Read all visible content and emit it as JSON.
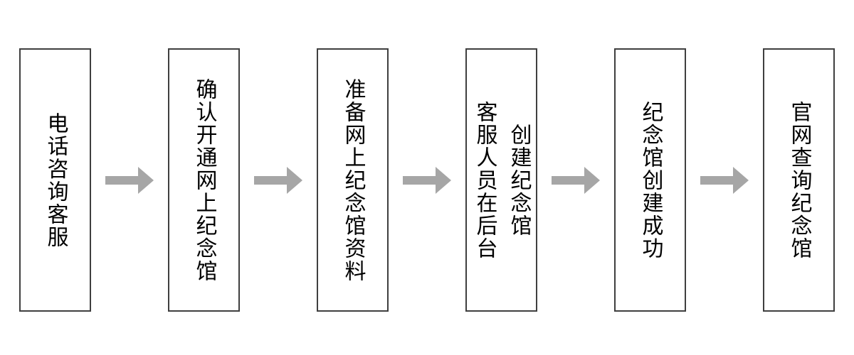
{
  "diagram": {
    "type": "flowchart",
    "direction": "left-to-right",
    "connector_style": "solid-block-arrow-right",
    "steps": [
      {
        "label": "电话咨询客服"
      },
      {
        "label": "确认开通网上纪念馆"
      },
      {
        "label": "准备网上纪念馆资料"
      },
      {
        "label": "客服人员在后台\n创建纪念馆"
      },
      {
        "label": "纪念馆创建成功"
      },
      {
        "label": "官网查询纪念馆"
      }
    ]
  },
  "colors": {
    "background": "#ffffff",
    "box-border": "#3f3f3f",
    "arrow": "#a6a6a6",
    "text": "#000000"
  }
}
